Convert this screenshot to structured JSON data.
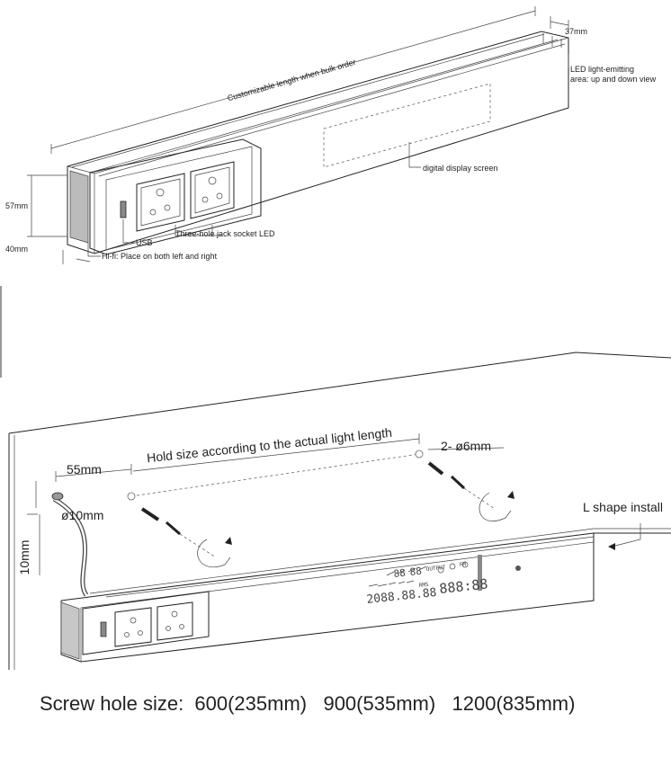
{
  "top_view": {
    "length_label": "Customizable length when bulk order",
    "depth_label": "37mm",
    "height_label": "57mm",
    "bottom_label": "40mm",
    "led_label_line1": "LED light-emitting",
    "led_label_line2": "area: up and down view",
    "display_label": "digital display screen",
    "socket_label": "Three-hole jack socket LED",
    "usb_label": "USB",
    "hifi_label": "Hi-fi: Place on both left and right"
  },
  "install_view": {
    "hole_size_label": "Hold size according to the actual light length",
    "screw_diam_label": "2- ø6mm",
    "edge_offset_label": "55mm",
    "cable_hole_label": "ø10mm",
    "cable_offset_label": "10mm",
    "install_label": "L shape install",
    "lcd_digits_main": "2088.88.88",
    "lcd_digits_right": "888:88",
    "lcd_small_1": "88",
    "lcd_small_2": "88",
    "lcd_tag_fm": "FM",
    "lcd_tag_ac": "RMS",
    "lcd_tag_top": "OUTPUT"
  },
  "footer": {
    "screw_sizes": "Screw hole size:  600(235mm)   900(535mm)   1200(835mm)"
  }
}
